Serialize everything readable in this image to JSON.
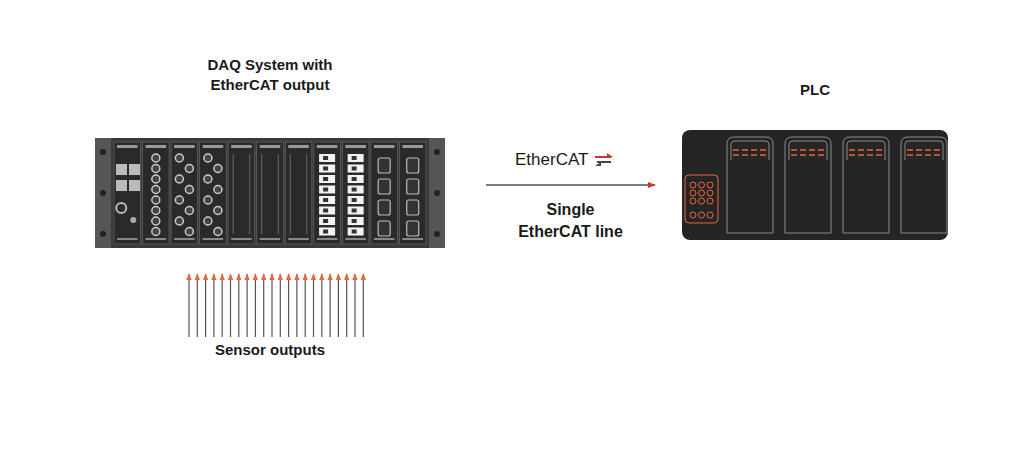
{
  "diagram": {
    "nodes": [
      {
        "text": [
          "DAQ System with EtherCAT output"
        ]
      },
      {
        "text": [
          "PLC"
        ]
      }
    ],
    "edges": [
      {
        "from": 0,
        "to": 1,
        "arrow": "to",
        "label": "Single EtherCAT line"
      }
    ],
    "labels": [
      "EtherCAT",
      "Sensor outputs"
    ]
  }
}
